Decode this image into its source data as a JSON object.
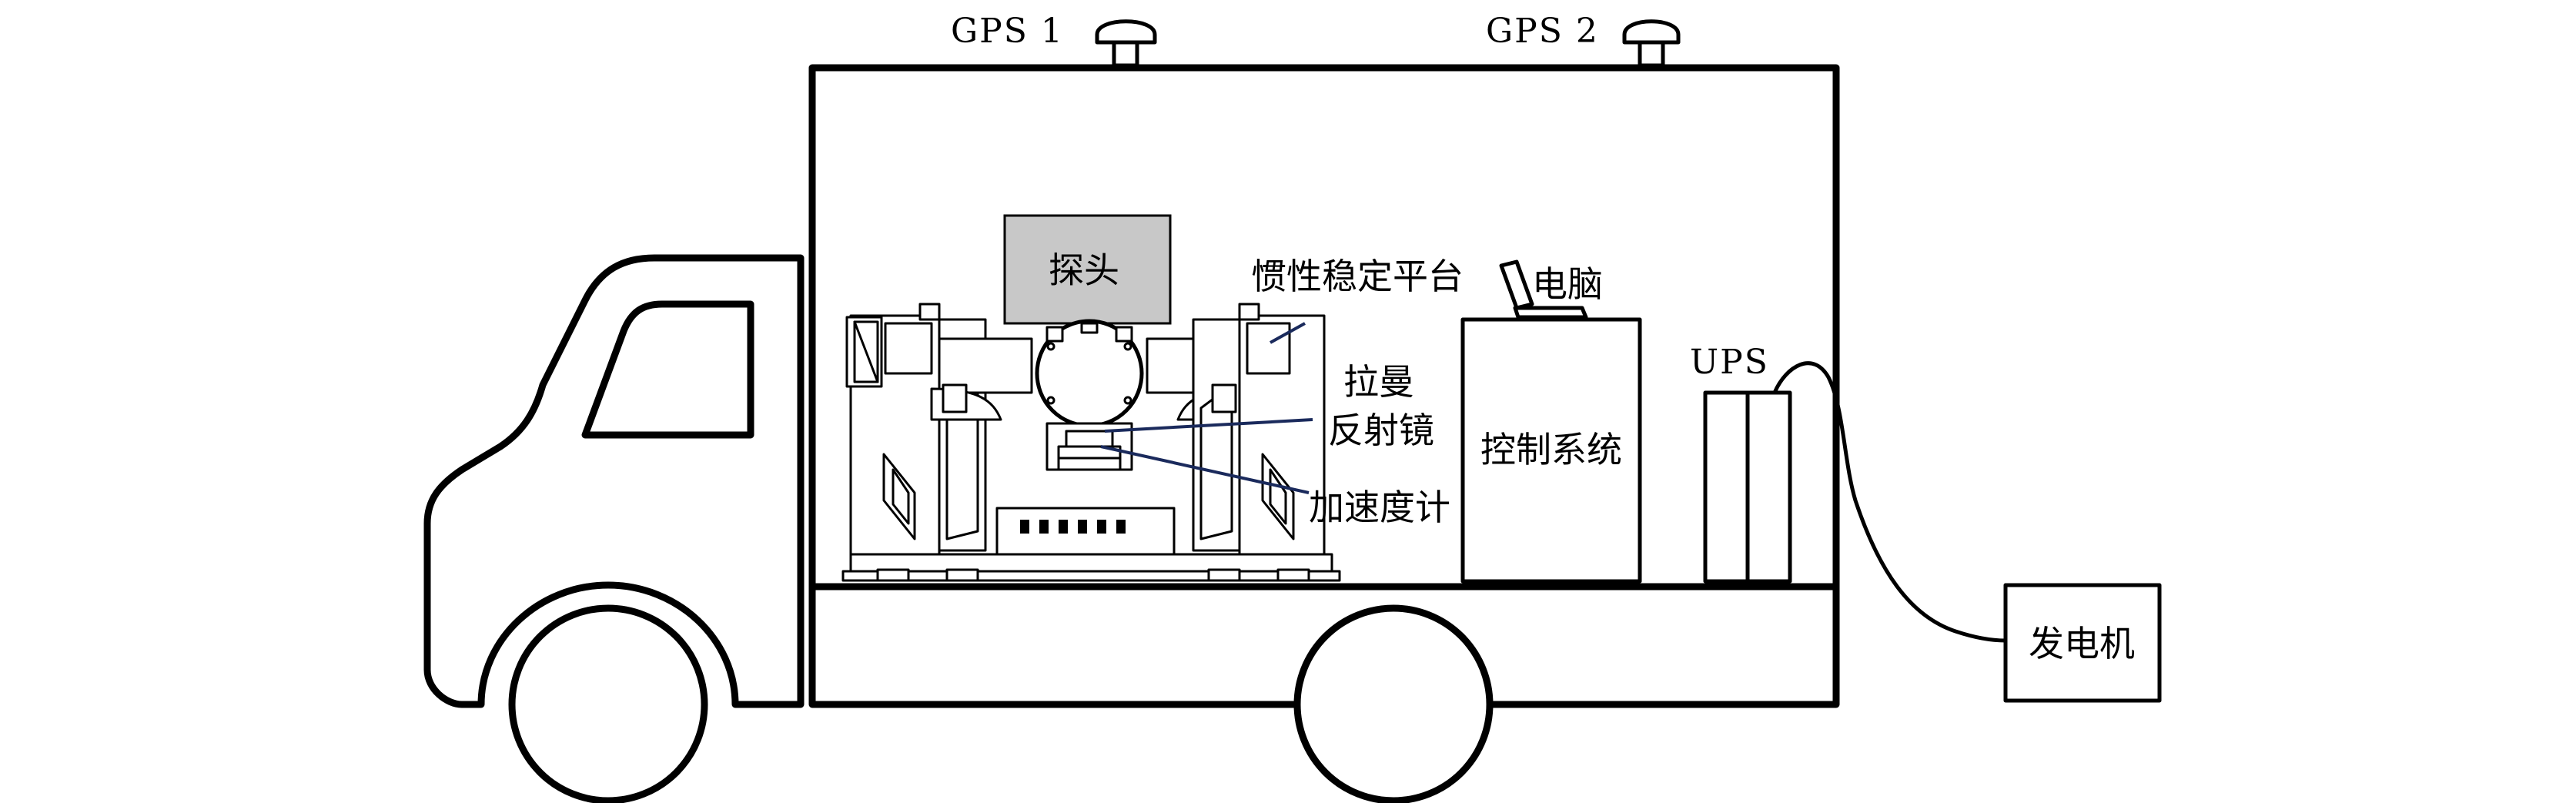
{
  "labels": {
    "gps1": "GPS 1",
    "gps2": "GPS 2",
    "probe": "探头",
    "platform": "惯性稳定平台",
    "computer": "电脑",
    "raman_line1": "拉曼",
    "raman_line2": "反射镜",
    "accelerometer": "加速度计",
    "control": "控制系统",
    "ups": "UPS",
    "generator": "发电机"
  },
  "colors": {
    "line": "#000000",
    "background": "#ffffff",
    "probe_fill": "#c8c8c8",
    "leader_line": "#1a2a5c"
  }
}
